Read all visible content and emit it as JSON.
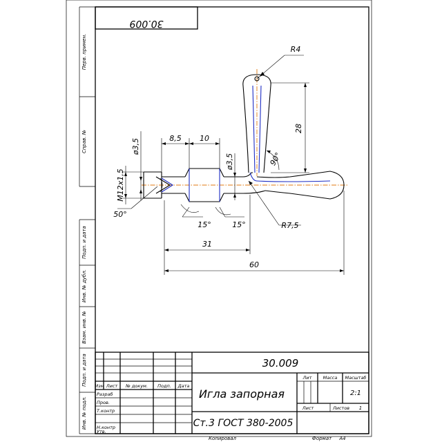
{
  "top_stamp": "30.009",
  "side_labels": {
    "first_use": "Перв. примен.",
    "reference": "Справ. №",
    "sign_date_top": "Подп. и дата",
    "dup_inv": "Инв. № дубл.",
    "swap_inv": "Взам. инв. №",
    "sign_date_bottom": "Подп. и дата",
    "orig_inv": "Инв. № подл."
  },
  "drawing_labels": {
    "d35_left": "ø3,5",
    "d35_right": "ø3,5",
    "thread": "M12x1,5",
    "dim_8_5": "8,5",
    "dim_10": "10",
    "dim_28": "28",
    "dim_31": "31",
    "dim_60": "60",
    "radius_4": "R4",
    "radius_7_5": "R7,5",
    "angle_50": "50°",
    "angle_15_left": "15°",
    "angle_15_right": "15°",
    "angle_90": "90°"
  },
  "title_block": {
    "designation": "30.009",
    "name": "Игла запорная",
    "material": "Ст.3 ГОСТ 380-2005",
    "col_headers": [
      "Изм",
      "Лист",
      "№ докум.",
      "Подп.",
      "Дата"
    ],
    "row_labels": [
      "Разраб",
      "Пров.",
      "Т.контр",
      "Н.контр",
      "Утв."
    ],
    "lit_label": "Лит",
    "mass_label": "Масса",
    "scale_label": "Масштаб",
    "scale_value": "2:1",
    "sheet_label": "Лист",
    "sheets_label": "Листов",
    "sheets_value": "1"
  },
  "footer": {
    "copied": "Копировал",
    "format_label": "Формат",
    "format_value": "А4"
  }
}
